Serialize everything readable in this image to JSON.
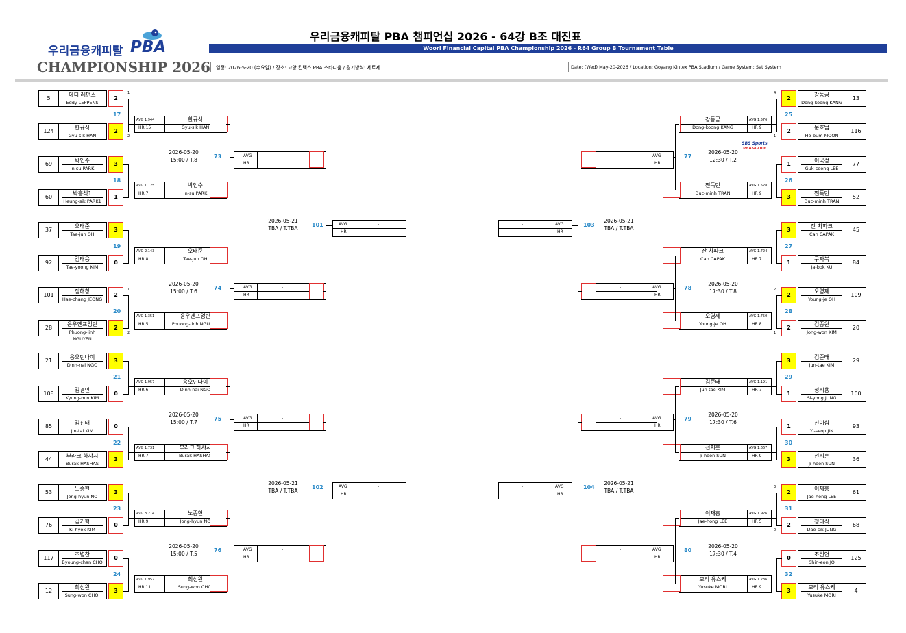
{
  "header": {
    "logo_kr": "우리금융캐피탈",
    "logo_pba": "PBA",
    "logo_champ": "CHAMPIONSHIP 2026",
    "title_kr": "우리금융캐피탈 PBA 챔피언십 2026 - 64강 B조 대진표",
    "title_en": "Woori Financial Capital PBA Championship 2026 - R64 Group B Tournament Table",
    "info_kr": "일정: 2026-5-20 (수요일) / 장소: 고양 킨텍스 PBA 스타디움 / 경기방식: 세트제",
    "info_en": "Date: (Wed) May-20-2026 / Location: Goyang Kintex PBA Stadium / Game System: Set System"
  },
  "left": {
    "players": [
      {
        "seed": "5",
        "ko": "에디 레펀스",
        "en": "Eddy LEPPENS",
        "score": "2",
        "win": false,
        "tiny": "1"
      },
      {
        "seed": "124",
        "ko": "한규식",
        "en": "Gyu-sik HAN",
        "score": "2",
        "win": true,
        "tiny": "2"
      },
      {
        "seed": "69",
        "ko": "박인수",
        "en": "In-su PARK",
        "score": "3",
        "win": true,
        "tiny": ""
      },
      {
        "seed": "60",
        "ko": "박흥식1",
        "en": "Heung-sik PARK1",
        "score": "1",
        "win": false,
        "tiny": ""
      },
      {
        "seed": "37",
        "ko": "오태준",
        "en": "Tae-jun OH",
        "score": "3",
        "win": true,
        "tiny": ""
      },
      {
        "seed": "92",
        "ko": "김태융",
        "en": "Tae-yoong KIM",
        "score": "0",
        "win": false,
        "tiny": ""
      },
      {
        "seed": "101",
        "ko": "정해창",
        "en": "Hae-chang JEONG",
        "score": "2",
        "win": false,
        "tiny": "1"
      },
      {
        "seed": "28",
        "ko": "응우옌프엉린",
        "en": "Phuong-linh NGUYEN",
        "score": "2",
        "win": true,
        "tiny": "2"
      },
      {
        "seed": "21",
        "ko": "응오딘나이",
        "en": "Dinh-nai NGO",
        "score": "3",
        "win": true,
        "tiny": ""
      },
      {
        "seed": "108",
        "ko": "김경민",
        "en": "Kyung-min KIM",
        "score": "0",
        "win": false,
        "tiny": ""
      },
      {
        "seed": "85",
        "ko": "김진태",
        "en": "Jin-tai KIM",
        "score": "0",
        "win": false,
        "tiny": ""
      },
      {
        "seed": "44",
        "ko": "부라크 하샤시",
        "en": "Burak HASHAS",
        "score": "3",
        "win": true,
        "tiny": ""
      },
      {
        "seed": "53",
        "ko": "노종현",
        "en": "Jong-hyun NO",
        "score": "3",
        "win": true,
        "tiny": ""
      },
      {
        "seed": "76",
        "ko": "김기혁",
        "en": "Ki-hyok KIM",
        "score": "0",
        "win": false,
        "tiny": ""
      },
      {
        "seed": "117",
        "ko": "조병찬",
        "en": "Byoung-chan CHO",
        "score": "0",
        "win": false,
        "tiny": ""
      },
      {
        "seed": "12",
        "ko": "최성원",
        "en": "Sung-won CHOI",
        "score": "3",
        "win": true,
        "tiny": ""
      }
    ],
    "r1_nums": [
      "17",
      "18",
      "19",
      "20",
      "21",
      "22",
      "23",
      "24"
    ],
    "r2": [
      {
        "avg": "AVG 1.944",
        "hr": "HR 15",
        "ko": "한규식",
        "en": "Gyu-sik HAN"
      },
      {
        "avg": "AVG 1.125",
        "hr": "HR 7",
        "ko": "박인수",
        "en": "In-su PARK"
      },
      {
        "avg": "AVG 2.143",
        "hr": "HR 8",
        "ko": "오태준",
        "en": "Tae-jun OH"
      },
      {
        "avg": "AVG 1.351",
        "hr": "HR 5",
        "ko": "응우옌프엉린",
        "en": "Phuong-linh NGUYEN"
      },
      {
        "avg": "AVG 1.957",
        "hr": "HR 6",
        "ko": "응오딘나이",
        "en": "Dinh-nai NGO"
      },
      {
        "avg": "AVG 1.731",
        "hr": "HR 7",
        "ko": "부라크 하샤시",
        "en": "Burak HASHAS"
      },
      {
        "avg": "AVG 3.214",
        "hr": "HR 9",
        "ko": "노종현",
        "en": "Jong-hyun NO"
      },
      {
        "avg": "AVG 1.957",
        "hr": "HR 11",
        "ko": "최성원",
        "en": "Sung-won CHOI"
      }
    ],
    "r2_matches": [
      {
        "num": "73",
        "date": "2026-05-20",
        "time": "15:00 / T.8"
      },
      {
        "num": "74",
        "date": "2026-05-20",
        "time": "15:00 / T.6"
      },
      {
        "num": "75",
        "date": "2026-05-20",
        "time": "15:00 / T.7"
      },
      {
        "num": "76",
        "date": "2026-05-20",
        "time": "15:00 / T.5"
      }
    ],
    "r3": [
      {
        "avg": "AVG",
        "hr": "HR",
        "name": "-"
      },
      {
        "avg": "AVG",
        "hr": "HR",
        "name": "-"
      },
      {
        "avg": "AVG",
        "hr": "HR",
        "name": "-"
      },
      {
        "avg": "AVG",
        "hr": "HR",
        "name": "-"
      }
    ],
    "r3_matches": [
      {
        "num": "101",
        "date": "2026-05-21",
        "time": "TBA / T.TBA"
      },
      {
        "num": "102",
        "date": "2026-05-21",
        "time": "TBA / T.TBA"
      }
    ],
    "r4": [
      {
        "avg": "AVG",
        "hr": "HR",
        "name": "-"
      },
      {
        "avg": "AVG",
        "hr": "HR",
        "name": "-"
      }
    ]
  },
  "right": {
    "players": [
      {
        "seed": "13",
        "ko": "강동궁",
        "en": "Dong-koong KANG",
        "score": "2",
        "win": true,
        "tiny": "4"
      },
      {
        "seed": "116",
        "ko": "문호범",
        "en": "Ho-bum MOON",
        "score": "2",
        "win": false,
        "tiny": "1"
      },
      {
        "seed": "77",
        "ko": "이국성",
        "en": "Guk-seong LEE",
        "score": "1",
        "win": false,
        "tiny": ""
      },
      {
        "seed": "52",
        "ko": "쩐득민",
        "en": "Duc-minh TRAN",
        "score": "3",
        "win": true,
        "tiny": ""
      },
      {
        "seed": "45",
        "ko": "잔 차파크",
        "en": "Can CAPAK",
        "score": "3",
        "win": true,
        "tiny": ""
      },
      {
        "seed": "84",
        "ko": "구자복",
        "en": "Ja-bok KU",
        "score": "1",
        "win": false,
        "tiny": ""
      },
      {
        "seed": "109",
        "ko": "오영제",
        "en": "Young-je OH",
        "score": "2",
        "win": true,
        "tiny": "2"
      },
      {
        "seed": "20",
        "ko": "김종원",
        "en": "Jong-won KIM",
        "score": "2",
        "win": false,
        "tiny": "1"
      },
      {
        "seed": "29",
        "ko": "김준태",
        "en": "Jun-tae KIM",
        "score": "3",
        "win": true,
        "tiny": ""
      },
      {
        "seed": "100",
        "ko": "정시용",
        "en": "Si-yong JUNG",
        "score": "1",
        "win": false,
        "tiny": ""
      },
      {
        "seed": "93",
        "ko": "진이섭",
        "en": "Yi-seop JIN",
        "score": "1",
        "win": false,
        "tiny": ""
      },
      {
        "seed": "36",
        "ko": "선지훈",
        "en": "Ji-hoon SUN",
        "score": "3",
        "win": true,
        "tiny": ""
      },
      {
        "seed": "61",
        "ko": "이재홍",
        "en": "Jae-hong LEE",
        "score": "2",
        "win": true,
        "tiny": "3"
      },
      {
        "seed": "68",
        "ko": "정대식",
        "en": "Dae-sik JUNG",
        "score": "2",
        "win": false,
        "tiny": "0"
      },
      {
        "seed": "125",
        "ko": "조신언",
        "en": "Shin-eon JO",
        "score": "0",
        "win": false,
        "tiny": ""
      },
      {
        "seed": "4",
        "ko": "모리 유스케",
        "en": "Yusuke MORI",
        "score": "3",
        "win": true,
        "tiny": ""
      }
    ],
    "r1_nums": [
      "25",
      "26",
      "27",
      "28",
      "29",
      "30",
      "31",
      "32"
    ],
    "r2": [
      {
        "avg": "AVG 1.576",
        "hr": "HR 9",
        "ko": "강동궁",
        "en": "Dong-koong KANG"
      },
      {
        "avg": "AVG 1.528",
        "hr": "HR 9",
        "ko": "쩐득민",
        "en": "Duc-minh TRAN"
      },
      {
        "avg": "AVG 1.724",
        "hr": "HR 7",
        "ko": "잔 차파크",
        "en": "Can CAPAK"
      },
      {
        "avg": "AVG 1.750",
        "hr": "HR 8",
        "ko": "오영제",
        "en": "Young-je OH"
      },
      {
        "avg": "AVG 1.191",
        "hr": "HR 7",
        "ko": "김준태",
        "en": "Jun-tae KIM"
      },
      {
        "avg": "AVG 1.667",
        "hr": "HR 9",
        "ko": "선지훈",
        "en": "Ji-hoon SUN"
      },
      {
        "avg": "AVG 1.926",
        "hr": "HR 5",
        "ko": "이재홍",
        "en": "Jae-hong LEE"
      },
      {
        "avg": "AVG 1.286",
        "hr": "HR 9",
        "ko": "모리 유스케",
        "en": "Yusuke MORI"
      }
    ],
    "r2_matches": [
      {
        "num": "77",
        "date": "2026-05-20",
        "time": "12:30 / T.2"
      },
      {
        "num": "78",
        "date": "2026-05-20",
        "time": "17:30 / T.8"
      },
      {
        "num": "79",
        "date": "2026-05-20",
        "time": "17:30 / T.6"
      },
      {
        "num": "80",
        "date": "2026-05-20",
        "time": "17:30 / T.4"
      }
    ],
    "r3": [
      {
        "avg": "AVG",
        "hr": "HR",
        "name": "-"
      },
      {
        "avg": "AVG",
        "hr": "HR",
        "name": "-"
      },
      {
        "avg": "AVG",
        "hr": "HR",
        "name": "-"
      },
      {
        "avg": "AVG",
        "hr": "HR",
        "name": "-"
      }
    ],
    "r3_matches": [
      {
        "num": "103",
        "date": "2026-05-21",
        "time": "TBA / T.TBA"
      },
      {
        "num": "104",
        "date": "2026-05-21",
        "time": "TBA / T.TBA"
      }
    ],
    "r4": [
      {
        "avg": "AVG",
        "hr": "HR",
        "name": "-"
      },
      {
        "avg": "AVG",
        "hr": "HR",
        "name": "-"
      }
    ]
  },
  "broadcast": {
    "line1": "SBS Sports",
    "line2": "PBA&GOLF"
  },
  "colors": {
    "brand_blue": "#1f3f99",
    "winner_yellow": "#ffff00",
    "match_num_blue": "#2a8ac8",
    "box_red": "#e03030"
  }
}
